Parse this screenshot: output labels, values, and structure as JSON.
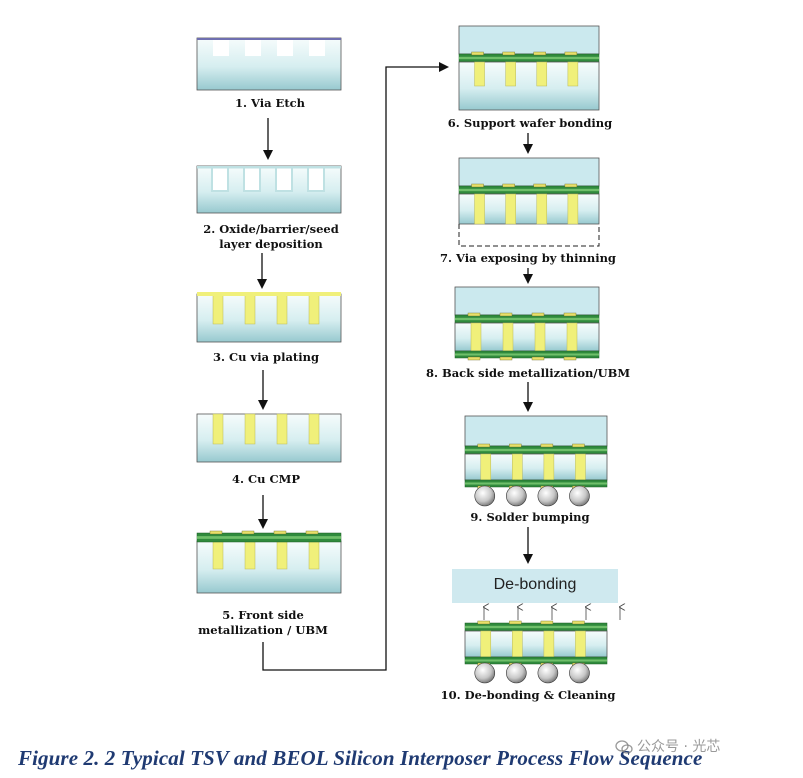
{
  "steps": [
    {
      "number": "1.",
      "label": "Via Etch"
    },
    {
      "number": "2.",
      "label": "Oxide/barrier/seed",
      "label2": "layer deposition"
    },
    {
      "number": "3.",
      "label": "Cu via plating"
    },
    {
      "number": "4.",
      "label": "Cu CMP"
    },
    {
      "number": "5.",
      "label": "Front side",
      "label2": "metallization / UBM"
    },
    {
      "number": "6.",
      "label": "Support wafer bonding"
    },
    {
      "number": "7.",
      "label": "Via exposing by thinning"
    },
    {
      "number": "8.",
      "label": "Back side metallization/UBM"
    },
    {
      "number": "9.",
      "label": "Solder bumping"
    },
    {
      "number": "10.",
      "label": "De-bonding & Cleaning"
    }
  ],
  "debonding_box_text": "De-bonding",
  "caption": "Figure 2. 2 Typical TSV and BEOL Silicon Interposer Process Flow Sequence",
  "watermark": "公众号 · 光芯",
  "colors": {
    "silicon_top": "#f4fbfb",
    "silicon_bottom": "#9fcfd4",
    "copper_via": "#f0f07a",
    "oxide_liner": "#bfe1e3",
    "metal_layer": "#2f8a3c",
    "support_wafer": "#cbe9ee",
    "debond_box": "#cfe9ef",
    "caption": "#1f3a72"
  }
}
